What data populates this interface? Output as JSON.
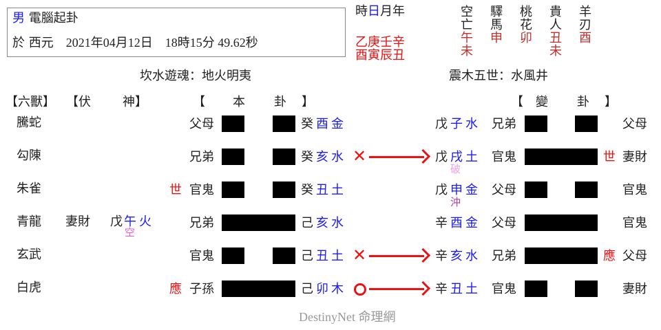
{
  "info": {
    "gender": "男",
    "method": "電腦起卦",
    "prefix": "於 西元",
    "date": "2021年04月12日",
    "time": "18時15分 49.62秒"
  },
  "pillars": {
    "header": [
      "時",
      "日",
      "月",
      "年"
    ],
    "highlight_index": 1,
    "stems": "乙庚壬辛",
    "branches": "酉寅辰丑"
  },
  "shensha": [
    {
      "name": [
        "空",
        "亡"
      ],
      "values": [
        "午",
        "未"
      ]
    },
    {
      "name": [
        "驛",
        "馬"
      ],
      "values": [
        "申"
      ]
    },
    {
      "name": [
        "桃",
        "花"
      ],
      "values": [
        "卯"
      ]
    },
    {
      "name": [
        "貴",
        "人"
      ],
      "values": [
        "丑",
        "未"
      ]
    },
    {
      "name": [
        "羊",
        "刃"
      ],
      "values": [
        "酉"
      ]
    }
  ],
  "gua": {
    "main_name": "坎水遊魂：地火明夷",
    "changed_name": "震木五世：水風井"
  },
  "headers": {
    "six_beasts": "【六獸】",
    "hidden_spirit_open": "【伏",
    "hidden_spirit_close": "神】",
    "main_open": "【",
    "main_1": "本",
    "main_2": "卦",
    "main_close": "】",
    "changed_open": "【",
    "changed_1": "變",
    "changed_2": "卦",
    "changed_close": "】"
  },
  "lines": [
    {
      "beast": "騰蛇",
      "hidden_relation": "",
      "hidden_stem": "",
      "hidden_branch": "",
      "hidden_element": "",
      "hidden_note": "",
      "shi_ying": "",
      "relation": "父母",
      "line": "yin",
      "stem": "癸",
      "branch": "酉",
      "element": "金",
      "moving": "",
      "c_stem": "戊",
      "c_branch": "子",
      "c_element": "水",
      "c_note": "",
      "c_relation": "兄弟",
      "c_line": "yin",
      "c_shi_ying": "",
      "c_right_relation": "父母"
    },
    {
      "beast": "勾陳",
      "hidden_relation": "",
      "hidden_stem": "",
      "hidden_branch": "",
      "hidden_element": "",
      "hidden_note": "",
      "shi_ying": "",
      "relation": "兄弟",
      "line": "yin",
      "stem": "癸",
      "branch": "亥",
      "element": "水",
      "moving": "x",
      "c_stem": "戊",
      "c_branch": "戌",
      "c_element": "土",
      "c_note": "破",
      "c_relation": "官鬼",
      "c_line": "yang",
      "c_shi_ying": "世",
      "c_right_relation": "妻財"
    },
    {
      "beast": "朱雀",
      "hidden_relation": "",
      "hidden_stem": "",
      "hidden_branch": "",
      "hidden_element": "",
      "hidden_note": "",
      "shi_ying": "世",
      "relation": "官鬼",
      "line": "yin",
      "stem": "癸",
      "branch": "丑",
      "element": "土",
      "moving": "",
      "c_stem": "戊",
      "c_branch": "申",
      "c_element": "金",
      "c_note": "沖",
      "c_relation": "父母",
      "c_line": "yin",
      "c_shi_ying": "",
      "c_right_relation": "官鬼"
    },
    {
      "beast": "青龍",
      "hidden_relation": "妻財",
      "hidden_stem": "戊",
      "hidden_branch": "午",
      "hidden_element": "火",
      "hidden_note": "空",
      "shi_ying": "",
      "relation": "兄弟",
      "line": "yang",
      "stem": "己",
      "branch": "亥",
      "element": "水",
      "moving": "",
      "c_stem": "辛",
      "c_branch": "酉",
      "c_element": "金",
      "c_note": "",
      "c_relation": "父母",
      "c_line": "yang",
      "c_shi_ying": "",
      "c_right_relation": "官鬼"
    },
    {
      "beast": "玄武",
      "hidden_relation": "",
      "hidden_stem": "",
      "hidden_branch": "",
      "hidden_element": "",
      "hidden_note": "",
      "shi_ying": "",
      "relation": "官鬼",
      "line": "yin",
      "stem": "己",
      "branch": "丑",
      "element": "土",
      "moving": "x",
      "c_stem": "辛",
      "c_branch": "亥",
      "c_element": "水",
      "c_note": "",
      "c_relation": "兄弟",
      "c_line": "yang",
      "c_shi_ying": "應",
      "c_right_relation": "父母"
    },
    {
      "beast": "白虎",
      "hidden_relation": "",
      "hidden_stem": "",
      "hidden_branch": "",
      "hidden_element": "",
      "hidden_note": "",
      "shi_ying": "應",
      "relation": "子孫",
      "line": "yang",
      "stem": "己",
      "branch": "卯",
      "element": "木",
      "moving": "o",
      "c_stem": "辛",
      "c_branch": "丑",
      "c_element": "土",
      "c_note": "",
      "c_relation": "官鬼",
      "c_line": "yin",
      "c_shi_ying": "",
      "c_right_relation": "妻財"
    }
  ],
  "moving_symbols": {
    "x": "✕",
    "o": "○"
  },
  "footer": {
    "brand": "DestinyNet",
    "brand_cjk": "命理網"
  }
}
